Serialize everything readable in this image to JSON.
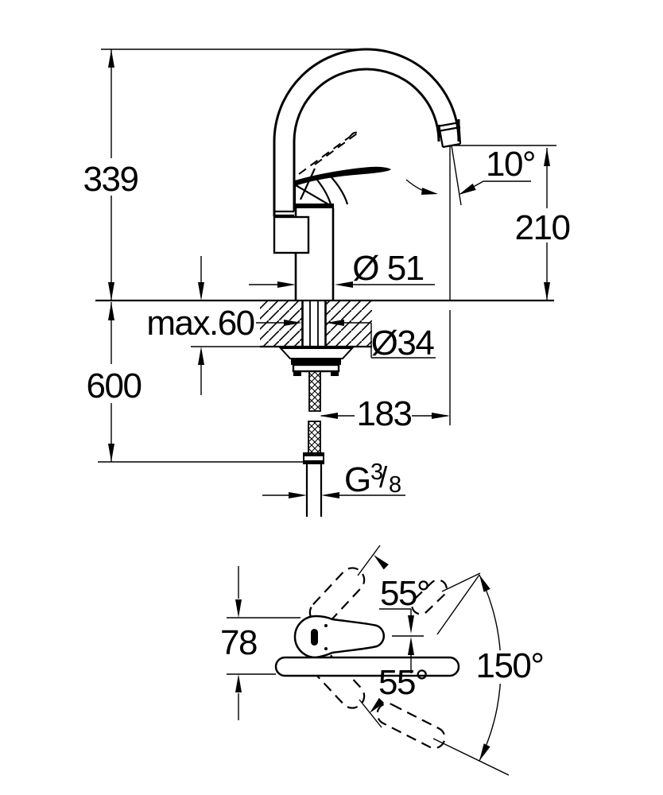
{
  "labels": {
    "front": {
      "total_height": "339",
      "spout_angle": "10°",
      "outlet_height": "210",
      "body_diameter": "Ø 51",
      "deck_thickness": "max.60",
      "hole_diameter": "Ø34",
      "hose_length": "600",
      "spout_reach": "183",
      "thread_g": "G",
      "thread_numerator": "3",
      "thread_slash": "/",
      "thread_denominator": "8"
    },
    "top": {
      "base_width": "78",
      "handle_swing_up": "55°",
      "handle_swing_down": "55°",
      "spout_swivel": "150°"
    }
  },
  "colors": {
    "line": "#000000",
    "background": "#ffffff"
  }
}
